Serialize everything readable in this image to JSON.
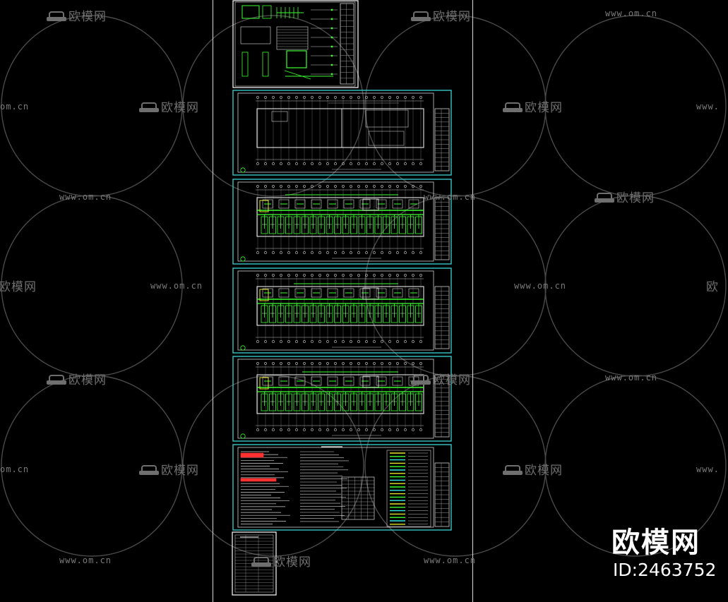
{
  "watermark": {
    "brand_text": "欧模网",
    "url_text": "www.om.cn",
    "url_text_clipped": "om.cn",
    "url_text_clipped_right": "www.",
    "brand_text_clipped": "欧模网",
    "brand_text_clipped_right": "欧"
  },
  "brand_badge": {
    "title": "欧模网",
    "id_label": "ID:2463752"
  },
  "drawing": {
    "sheet_count": 7,
    "frame_color": "#36c6c6",
    "line_color": "#cfcfcf",
    "accent_green": "#3cff2f",
    "accent_yellow": "#e4e42a",
    "accent_red": "#ff3030",
    "accent_cyan": "#2fe6e6"
  }
}
